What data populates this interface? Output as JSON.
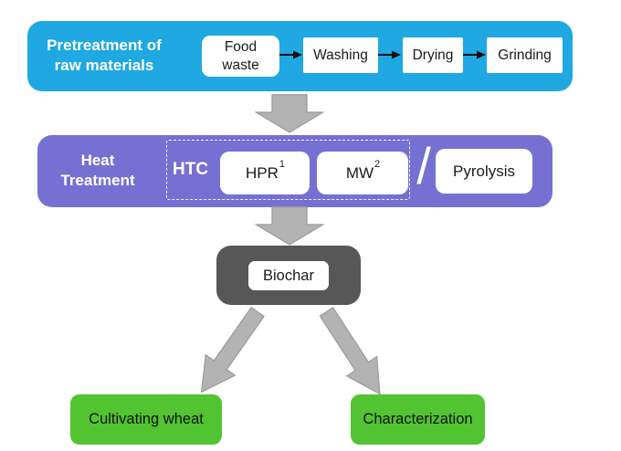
{
  "pretreatment": {
    "label": "Pretreatment of\nraw materials",
    "steps": [
      "Food\nwaste",
      "Washing",
      "Drying",
      "Grinding"
    ]
  },
  "heat": {
    "label": "Heat\nTreatment",
    "htc_label": "HTC",
    "methods": [
      {
        "name": "HPR",
        "sup": "1"
      },
      {
        "name": "MW",
        "sup": "2"
      }
    ],
    "separator": "/",
    "alt_method": "Pyrolysis"
  },
  "biochar": {
    "label": "Biochar"
  },
  "outputs": [
    {
      "label": "Cultivating wheat"
    },
    {
      "label": "Characterization"
    }
  ],
  "colors": {
    "pretreatment-bg": "#1FA8E2",
    "heat-bg": "#7670D2",
    "biochar-bg": "#575757",
    "output-bg": "#52C432",
    "arrow-fill": "#B3B3B3",
    "arrow-stroke": "#9C9C9C",
    "node-bg": "#FFFFFF",
    "node-text": "#1A1A1A",
    "label-text": "#FFFFFF"
  }
}
